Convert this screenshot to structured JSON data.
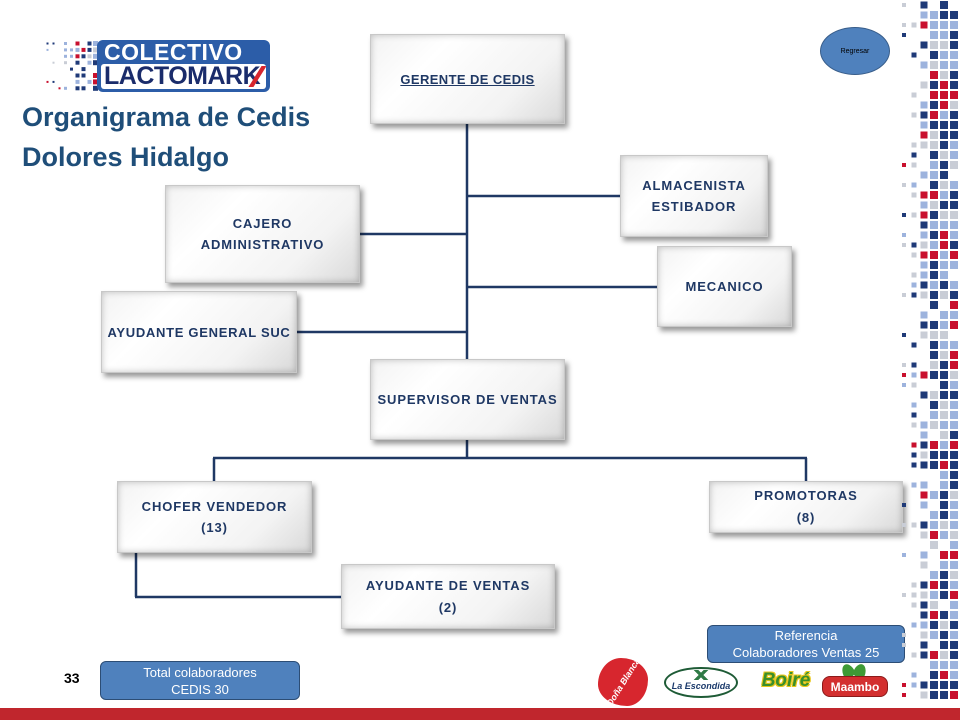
{
  "logo": {
    "line1": "COLECTIVO",
    "line2": "LACTOMARK"
  },
  "title": {
    "line1": "Organigrama de Cedis",
    "line2": "Dolores Hidalgo"
  },
  "regresar_button": {
    "label": "Regresar"
  },
  "org_chart": {
    "gerente": {
      "title": "GERENTE DE CEDIS"
    },
    "almacenista": {
      "line1": "ALMACENISTA",
      "line2": "ESTIBADOR"
    },
    "cajero": {
      "line1": "CAJERO",
      "line2": "ADMINISTRATIVO"
    },
    "mecanico": {
      "title": "MECANICO"
    },
    "ayudante_general": {
      "title": "AYUDANTE GENERAL SUC"
    },
    "supervisor": {
      "title": "SUPERVISOR DE VENTAS"
    },
    "chofer_vendedor": {
      "title": "CHOFER VENDEDOR",
      "count": "(13)"
    },
    "promotoras": {
      "title": "PROMOTORAS",
      "count": "(8)"
    },
    "ayudante_ventas": {
      "title": "AYUDANTE DE VENTAS",
      "count": "(2)"
    }
  },
  "page_number": "33",
  "total_box": {
    "line1": "Total colaboradores",
    "line2": "CEDIS 30"
  },
  "referencia_box": {
    "line1": "Referencia",
    "line2": "Colaboradores Ventas 25"
  },
  "brands": [
    "Doña Blanca",
    "La Escondida",
    "Boiré",
    "Maambo"
  ],
  "colors": {
    "title": "#1F4E79",
    "box_text": "#1F3864",
    "connector": "#1F3864",
    "info_box": "#4F81BD",
    "accent_red": "#C0262D",
    "logo_blue": "#2C5DA8"
  }
}
